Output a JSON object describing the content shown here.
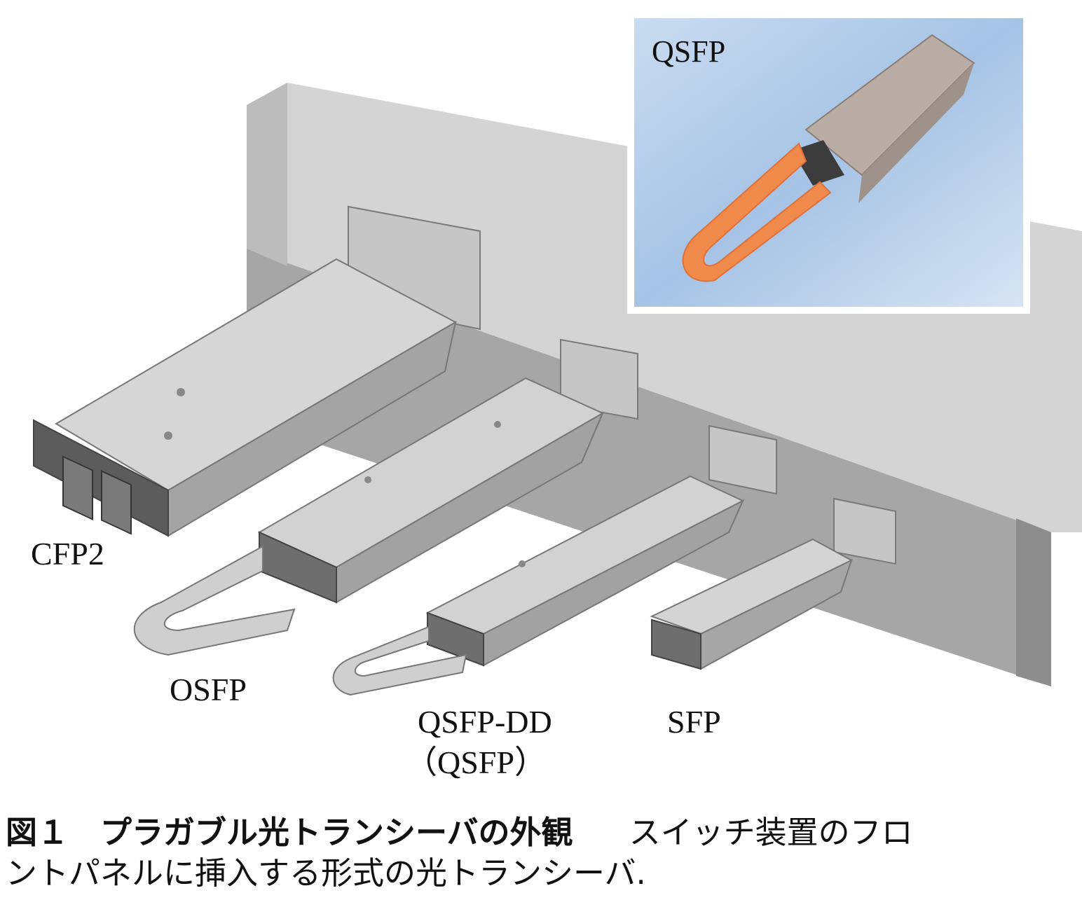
{
  "labels": {
    "cfp2": "CFP2",
    "osfp": "OSFP",
    "qsfp_dd": "QSFP-DD",
    "qsfp_dd_sub": "（QSFP）",
    "sfp": "SFP",
    "inset": "QSFP"
  },
  "caption": {
    "title": "図１　プラガブル光トランシーバの外観",
    "text_line1": "スイッチ装置のフロ",
    "text_line2": "ントパネルに挿入する形式の光トランシーバ."
  },
  "colors": {
    "chassis_top": "#d9d9d9",
    "chassis_front": "#a9a9a9",
    "chassis_side": "#8f8f8f",
    "module_body": "#bdbdbd",
    "inset_bg": "#a9c6e6",
    "latch_orange": "#f08a4b"
  }
}
